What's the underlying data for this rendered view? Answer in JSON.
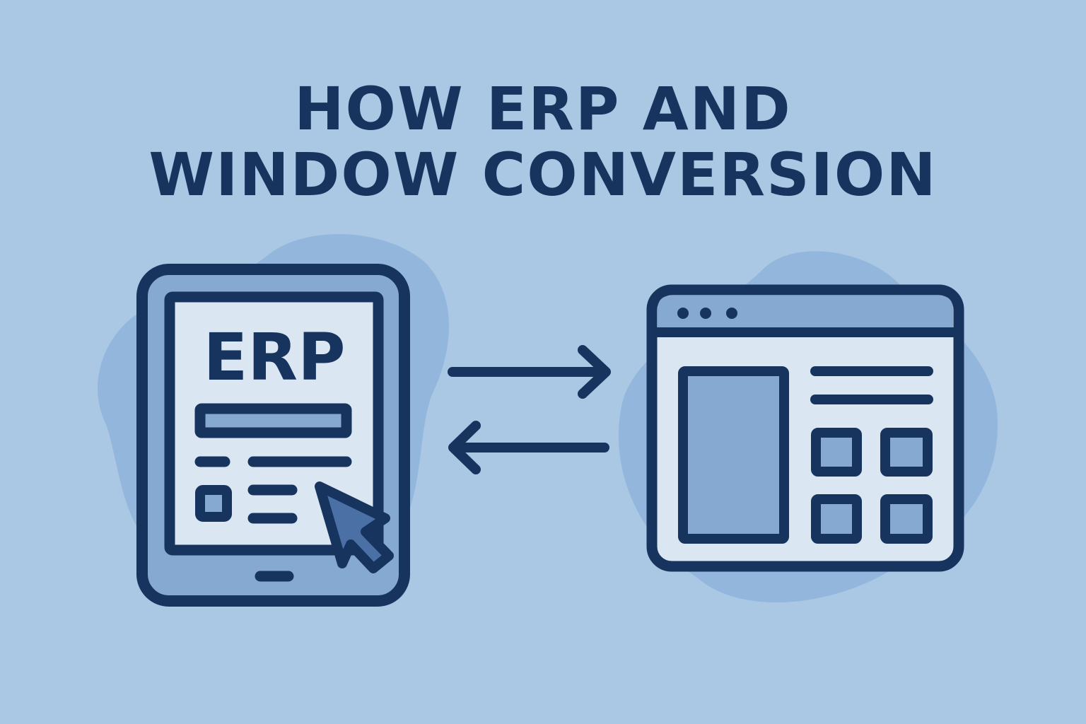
{
  "title": {
    "line1": "HOW ERP AND",
    "line2": "WINDOW CONVERSION"
  },
  "tablet": {
    "screen_label": "ERP"
  },
  "colors": {
    "background": "#aac8e4",
    "dark": "#17345f",
    "mid": "#85a9d0",
    "light": "#dbe6f3",
    "blob": "#93b6dc"
  },
  "icons": [
    "tablet-icon",
    "cursor-icon",
    "arrow-right-icon",
    "arrow-left-icon",
    "browser-window-icon"
  ]
}
